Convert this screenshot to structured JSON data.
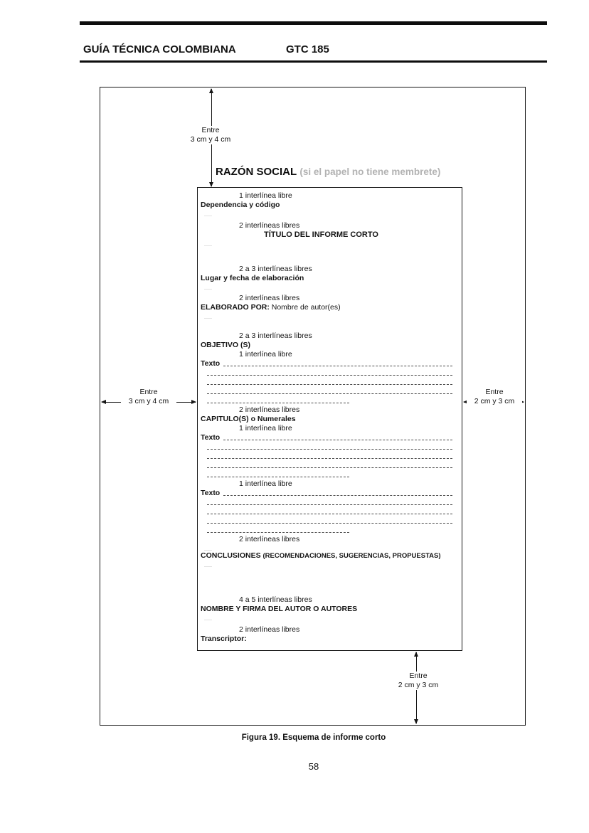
{
  "header": {
    "title_left": "GUÍA TÉCNICA COLOMBIANA",
    "title_right": "GTC 185"
  },
  "figure": {
    "razon_social": "RAZÓN SOCIAL",
    "razon_social_note": "(si el papel no tiene membrete)",
    "margins": {
      "top": {
        "l1": "Entre",
        "l2": "3 cm y 4 cm"
      },
      "left": {
        "l1": "Entre",
        "l2": "3 cm y 4 cm"
      },
      "right": {
        "l1": "Entre",
        "l2": "2 cm y 3 cm"
      },
      "bottom": {
        "l1": "Entre",
        "l2": "2 cm y 3 cm"
      }
    },
    "rows": [
      {
        "type": "spacing",
        "text": "1 interlínea libre",
        "name": "spacing-note"
      },
      {
        "type": "label",
        "text": "Dependencia y código",
        "name": "dependencia-label"
      },
      {
        "type": "gap",
        "h": 16
      },
      {
        "type": "spacing",
        "text": "2 interlíneas libres",
        "name": "spacing-note"
      },
      {
        "type": "title",
        "text": "TÍTULO DEL INFORME CORTO",
        "name": "report-title"
      },
      {
        "type": "gap",
        "h": 35
      },
      {
        "type": "spacing",
        "text": "2 a 3 interlíneas libres",
        "name": "spacing-note"
      },
      {
        "type": "label",
        "text": "Lugar  y fecha de elaboración",
        "name": "lugar-fecha-label"
      },
      {
        "type": "gap",
        "h": 15
      },
      {
        "type": "spacing",
        "text": "2 interlíneas libres",
        "name": "spacing-note"
      },
      {
        "type": "labelmix",
        "bold": "ELABORADO POR:",
        "rest": " Nombre de autor(es)",
        "name": "elaborado-por-label"
      },
      {
        "type": "gap",
        "h": 27
      },
      {
        "type": "spacing",
        "text": "2 a 3 interlíneas libres",
        "name": "spacing-note"
      },
      {
        "type": "label",
        "text": "OBJETIVO (S)",
        "name": "objetivo-label"
      },
      {
        "type": "spacing",
        "text": "1 interlínea libre",
        "name": "spacing-note"
      },
      {
        "type": "texto",
        "text": "Texto",
        "name": "texto-line"
      },
      {
        "type": "dash"
      },
      {
        "type": "dash"
      },
      {
        "type": "dash"
      },
      {
        "type": "dashshort"
      },
      {
        "type": "spacing",
        "text": "2 interlíneas libres",
        "name": "spacing-note"
      },
      {
        "type": "label",
        "text": "CAPITULO(S) o Numerales",
        "name": "capitulos-label"
      },
      {
        "type": "spacing",
        "text": "1 interlínea libre",
        "name": "spacing-note"
      },
      {
        "type": "texto",
        "text": "Texto",
        "name": "texto-line"
      },
      {
        "type": "dash"
      },
      {
        "type": "dash"
      },
      {
        "type": "dash"
      },
      {
        "type": "dashshort"
      },
      {
        "type": "spacing",
        "text": "1 interlínea libre",
        "name": "spacing-note"
      },
      {
        "type": "texto",
        "text": "Texto",
        "name": "texto-line"
      },
      {
        "type": "dash"
      },
      {
        "type": "dash"
      },
      {
        "type": "dash"
      },
      {
        "type": "dashshort"
      },
      {
        "type": "spacing",
        "text": "2 interlíneas libres",
        "name": "spacing-note"
      },
      {
        "type": "gap",
        "h": 10
      },
      {
        "type": "conclusiones",
        "bold": "CONCLUSIONES ",
        "rest": "(RECOMENDACIONES, SUGERENCIAS, PROPUESTAS)",
        "name": "conclusiones-label"
      },
      {
        "type": "gap",
        "h": 49
      },
      {
        "type": "spacing",
        "text": "4 a 5 interlíneas libres",
        "name": "spacing-note"
      },
      {
        "type": "label",
        "text": "NOMBRE Y FIRMA DEL AUTOR O AUTORES",
        "name": "nombre-firma-label"
      },
      {
        "type": "gap",
        "h": 16
      },
      {
        "type": "spacing",
        "text": "2 interlíneas libres",
        "name": "spacing-note"
      },
      {
        "type": "label",
        "text": "Transcriptor:",
        "name": "transcriptor-label"
      }
    ]
  },
  "caption": "Figura 19. Esquema de informe corto",
  "page_number": "58"
}
